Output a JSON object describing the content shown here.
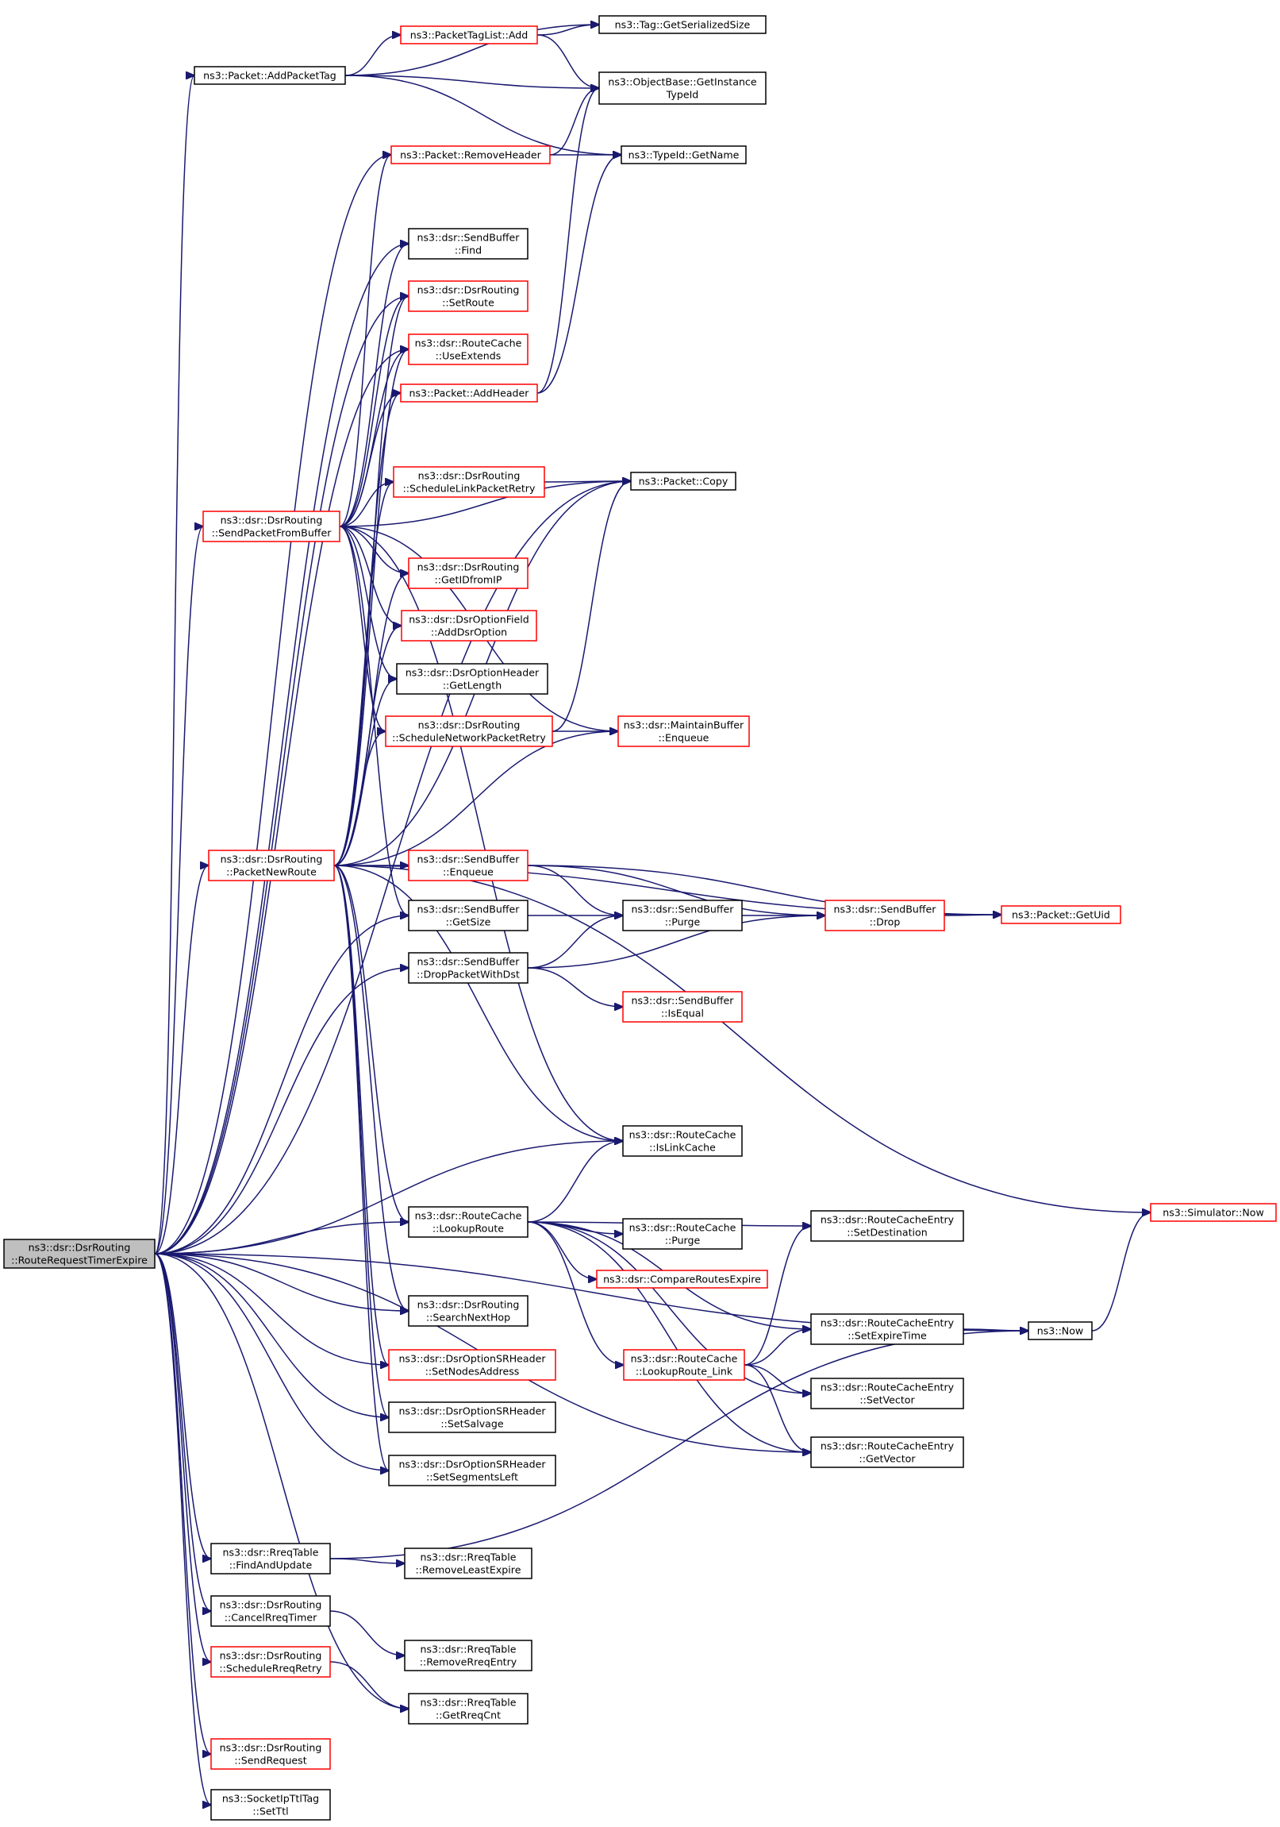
{
  "colors": {
    "edge": "#191970",
    "border_black": "#000000",
    "border_red": "#ff0000",
    "root_fill": "#bfbfbf"
  },
  "nodes": {
    "root": {
      "lines": [
        "ns3::dsr::DsrRouting",
        "::RouteRequestTimerExpire"
      ],
      "style": "root"
    },
    "AddPacketTag": {
      "lines": [
        "ns3::Packet::AddPacketTag"
      ],
      "style": "black"
    },
    "PacketTagListAdd": {
      "lines": [
        "ns3::PacketTagList::Add"
      ],
      "style": "red"
    },
    "TagGetSerializedSize": {
      "lines": [
        "ns3::Tag::GetSerializedSize"
      ],
      "style": "black"
    },
    "GetInstanceTypeId": {
      "lines": [
        "ns3::ObjectBase::GetInstance",
        "TypeId"
      ],
      "style": "black"
    },
    "RemoveHeader": {
      "lines": [
        "ns3::Packet::RemoveHeader"
      ],
      "style": "red"
    },
    "TypeIdGetName": {
      "lines": [
        "ns3::TypeId::GetName"
      ],
      "style": "black"
    },
    "SendBufferFind": {
      "lines": [
        "ns3::dsr::SendBuffer",
        "::Find"
      ],
      "style": "black"
    },
    "SetRoute": {
      "lines": [
        "ns3::dsr::DsrRouting",
        "::SetRoute"
      ],
      "style": "red"
    },
    "UseExtends": {
      "lines": [
        "ns3::dsr::RouteCache",
        "::UseExtends"
      ],
      "style": "red"
    },
    "AddHeader": {
      "lines": [
        "ns3::Packet::AddHeader"
      ],
      "style": "red"
    },
    "ScheduleLinkPacketRetry": {
      "lines": [
        "ns3::dsr::DsrRouting",
        "::ScheduleLinkPacketRetry"
      ],
      "style": "red"
    },
    "PacketCopy": {
      "lines": [
        "ns3::Packet::Copy"
      ],
      "style": "black"
    },
    "SendPacketFromBuffer": {
      "lines": [
        "ns3::dsr::DsrRouting",
        "::SendPacketFromBuffer"
      ],
      "style": "red"
    },
    "GetIDfromIP": {
      "lines": [
        "ns3::dsr::DsrRouting",
        "::GetIDfromIP"
      ],
      "style": "red"
    },
    "AddDsrOption": {
      "lines": [
        "ns3::dsr::DsrOptionField",
        "::AddDsrOption"
      ],
      "style": "red"
    },
    "DsrOptionHeaderGetLength": {
      "lines": [
        "ns3::dsr::DsrOptionHeader",
        "::GetLength"
      ],
      "style": "black"
    },
    "ScheduleNetworkPacketRetry": {
      "lines": [
        "ns3::dsr::DsrRouting",
        "::ScheduleNetworkPacketRetry"
      ],
      "style": "red"
    },
    "MaintainBufferEnqueue": {
      "lines": [
        "ns3::dsr::MaintainBuffer",
        "::Enqueue"
      ],
      "style": "red"
    },
    "PacketNewRoute": {
      "lines": [
        "ns3::dsr::DsrRouting",
        "::PacketNewRoute"
      ],
      "style": "red"
    },
    "SendBufferEnqueue": {
      "lines": [
        "ns3::dsr::SendBuffer",
        "::Enqueue"
      ],
      "style": "red"
    },
    "SendBufferGetSize": {
      "lines": [
        "ns3::dsr::SendBuffer",
        "::GetSize"
      ],
      "style": "black"
    },
    "SendBufferPurge": {
      "lines": [
        "ns3::dsr::SendBuffer",
        "::Purge"
      ],
      "style": "black"
    },
    "SendBufferDrop": {
      "lines": [
        "ns3::dsr::SendBuffer",
        "::Drop"
      ],
      "style": "red"
    },
    "PacketGetUid": {
      "lines": [
        "ns3::Packet::GetUid"
      ],
      "style": "red"
    },
    "DropPacketWithDst": {
      "lines": [
        "ns3::dsr::SendBuffer",
        "::DropPacketWithDst"
      ],
      "style": "black"
    },
    "SendBufferIsEqual": {
      "lines": [
        "ns3::dsr::SendBuffer",
        "::IsEqual"
      ],
      "style": "red"
    },
    "IsLinkCache": {
      "lines": [
        "ns3::dsr::RouteCache",
        "::IsLinkCache"
      ],
      "style": "black"
    },
    "SimulatorNow": {
      "lines": [
        "ns3::Simulator::Now"
      ],
      "style": "red"
    },
    "LookupRoute": {
      "lines": [
        "ns3::dsr::RouteCache",
        "::LookupRoute"
      ],
      "style": "black"
    },
    "SetDestination": {
      "lines": [
        "ns3::dsr::RouteCacheEntry",
        "::SetDestination"
      ],
      "style": "black"
    },
    "RouteCachePurge": {
      "lines": [
        "ns3::dsr::RouteCache",
        "::Purge"
      ],
      "style": "black"
    },
    "CompareRoutesExpire": {
      "lines": [
        "ns3::dsr::CompareRoutesExpire"
      ],
      "style": "red"
    },
    "SearchNextHop": {
      "lines": [
        "ns3::dsr::DsrRouting",
        "::SearchNextHop"
      ],
      "style": "black"
    },
    "SetExpireTime": {
      "lines": [
        "ns3::dsr::RouteCacheEntry",
        "::SetExpireTime"
      ],
      "style": "black"
    },
    "Ns3Now": {
      "lines": [
        "ns3::Now"
      ],
      "style": "black"
    },
    "SetNodesAddress": {
      "lines": [
        "ns3::dsr::DsrOptionSRHeader",
        "::SetNodesAddress"
      ],
      "style": "red"
    },
    "LookupRouteLink": {
      "lines": [
        "ns3::dsr::RouteCache",
        "::LookupRoute_Link"
      ],
      "style": "red"
    },
    "SetVector": {
      "lines": [
        "ns3::dsr::RouteCacheEntry",
        "::SetVector"
      ],
      "style": "black"
    },
    "SetSalvage": {
      "lines": [
        "ns3::dsr::DsrOptionSRHeader",
        "::SetSalvage"
      ],
      "style": "black"
    },
    "GetVector": {
      "lines": [
        "ns3::dsr::RouteCacheEntry",
        "::GetVector"
      ],
      "style": "black"
    },
    "SetSegmentsLeft": {
      "lines": [
        "ns3::dsr::DsrOptionSRHeader",
        "::SetSegmentsLeft"
      ],
      "style": "black"
    },
    "FindAndUpdate": {
      "lines": [
        "ns3::dsr::RreqTable",
        "::FindAndUpdate"
      ],
      "style": "black"
    },
    "RemoveLeastExpire": {
      "lines": [
        "ns3::dsr::RreqTable",
        "::RemoveLeastExpire"
      ],
      "style": "black"
    },
    "CancelRreqTimer": {
      "lines": [
        "ns3::dsr::DsrRouting",
        "::CancelRreqTimer"
      ],
      "style": "black"
    },
    "RemoveRreqEntry": {
      "lines": [
        "ns3::dsr::RreqTable",
        "::RemoveRreqEntry"
      ],
      "style": "black"
    },
    "ScheduleRreqRetry": {
      "lines": [
        "ns3::dsr::DsrRouting",
        "::ScheduleRreqRetry"
      ],
      "style": "red"
    },
    "GetRreqCnt": {
      "lines": [
        "ns3::dsr::RreqTable",
        "::GetRreqCnt"
      ],
      "style": "black"
    },
    "SendRequest": {
      "lines": [
        "ns3::dsr::DsrRouting",
        "::SendRequest"
      ],
      "style": "red"
    },
    "SetTtl": {
      "lines": [
        "ns3::SocketIpTtlTag",
        "::SetTtl"
      ],
      "style": "black"
    }
  },
  "edges": [
    [
      "root",
      "AddPacketTag"
    ],
    [
      "root",
      "RemoveHeader"
    ],
    [
      "root",
      "PacketCopy"
    ],
    [
      "root",
      "SendBufferFind"
    ],
    [
      "root",
      "SetRoute"
    ],
    [
      "root",
      "UseExtends"
    ],
    [
      "root",
      "SendPacketFromBuffer"
    ],
    [
      "root",
      "PacketNewRoute"
    ],
    [
      "root",
      "SendBufferGetSize"
    ],
    [
      "root",
      "DropPacketWithDst"
    ],
    [
      "root",
      "IsLinkCache"
    ],
    [
      "root",
      "LookupRoute"
    ],
    [
      "root",
      "SearchNextHop"
    ],
    [
      "root",
      "SetNodesAddress"
    ],
    [
      "root",
      "SetSalvage"
    ],
    [
      "root",
      "SetSegmentsLeft"
    ],
    [
      "root",
      "GetVector"
    ],
    [
      "root",
      "Ns3Now"
    ],
    [
      "root",
      "FindAndUpdate"
    ],
    [
      "root",
      "CancelRreqTimer"
    ],
    [
      "root",
      "ScheduleRreqRetry"
    ],
    [
      "root",
      "GetRreqCnt"
    ],
    [
      "root",
      "SendRequest"
    ],
    [
      "root",
      "SetTtl"
    ],
    [
      "AddPacketTag",
      "PacketTagListAdd"
    ],
    [
      "AddPacketTag",
      "TagGetSerializedSize"
    ],
    [
      "AddPacketTag",
      "GetInstanceTypeId"
    ],
    [
      "AddPacketTag",
      "TypeIdGetName"
    ],
    [
      "PacketTagListAdd",
      "TagGetSerializedSize"
    ],
    [
      "PacketTagListAdd",
      "GetInstanceTypeId"
    ],
    [
      "RemoveHeader",
      "GetInstanceTypeId"
    ],
    [
      "RemoveHeader",
      "TypeIdGetName"
    ],
    [
      "AddHeader",
      "GetInstanceTypeId"
    ],
    [
      "AddHeader",
      "TypeIdGetName"
    ],
    [
      "ScheduleLinkPacketRetry",
      "PacketCopy"
    ],
    [
      "ScheduleNetworkPacketRetry",
      "PacketCopy"
    ],
    [
      "ScheduleNetworkPacketRetry",
      "MaintainBufferEnqueue"
    ],
    [
      "SendPacketFromBuffer",
      "RemoveHeader"
    ],
    [
      "SendPacketFromBuffer",
      "SendBufferFind"
    ],
    [
      "SendPacketFromBuffer",
      "SetRoute"
    ],
    [
      "SendPacketFromBuffer",
      "UseExtends"
    ],
    [
      "SendPacketFromBuffer",
      "AddHeader"
    ],
    [
      "SendPacketFromBuffer",
      "ScheduleLinkPacketRetry"
    ],
    [
      "SendPacketFromBuffer",
      "PacketCopy"
    ],
    [
      "SendPacketFromBuffer",
      "GetIDfromIP"
    ],
    [
      "SendPacketFromBuffer",
      "AddDsrOption"
    ],
    [
      "SendPacketFromBuffer",
      "DsrOptionHeaderGetLength"
    ],
    [
      "SendPacketFromBuffer",
      "ScheduleNetworkPacketRetry"
    ],
    [
      "SendPacketFromBuffer",
      "MaintainBufferEnqueue"
    ],
    [
      "SendPacketFromBuffer",
      "SendBufferGetSize"
    ],
    [
      "SendPacketFromBuffer",
      "IsLinkCache"
    ],
    [
      "PacketNewRoute",
      "SetRoute"
    ],
    [
      "PacketNewRoute",
      "UseExtends"
    ],
    [
      "PacketNewRoute",
      "AddHeader"
    ],
    [
      "PacketNewRoute",
      "ScheduleLinkPacketRetry"
    ],
    [
      "PacketNewRoute",
      "PacketCopy"
    ],
    [
      "PacketNewRoute",
      "GetIDfromIP"
    ],
    [
      "PacketNewRoute",
      "AddDsrOption"
    ],
    [
      "PacketNewRoute",
      "DsrOptionHeaderGetLength"
    ],
    [
      "PacketNewRoute",
      "ScheduleNetworkPacketRetry"
    ],
    [
      "PacketNewRoute",
      "MaintainBufferEnqueue"
    ],
    [
      "PacketNewRoute",
      "SendBufferEnqueue"
    ],
    [
      "PacketNewRoute",
      "PacketGetUid"
    ],
    [
      "PacketNewRoute",
      "SimulatorNow"
    ],
    [
      "PacketNewRoute",
      "IsLinkCache"
    ],
    [
      "PacketNewRoute",
      "LookupRoute"
    ],
    [
      "PacketNewRoute",
      "SearchNextHop"
    ],
    [
      "PacketNewRoute",
      "SetNodesAddress"
    ],
    [
      "PacketNewRoute",
      "SetSalvage"
    ],
    [
      "PacketNewRoute",
      "SetSegmentsLeft"
    ],
    [
      "SendBufferEnqueue",
      "SendBufferPurge"
    ],
    [
      "SendBufferEnqueue",
      "SendBufferDrop"
    ],
    [
      "SendBufferEnqueue",
      "PacketGetUid"
    ],
    [
      "SendBufferGetSize",
      "SendBufferPurge"
    ],
    [
      "SendBufferPurge",
      "SendBufferDrop"
    ],
    [
      "SendBufferDrop",
      "PacketGetUid"
    ],
    [
      "DropPacketWithDst",
      "SendBufferPurge"
    ],
    [
      "DropPacketWithDst",
      "SendBufferDrop"
    ],
    [
      "DropPacketWithDst",
      "SendBufferIsEqual"
    ],
    [
      "LookupRoute",
      "IsLinkCache"
    ],
    [
      "LookupRoute",
      "SetDestination"
    ],
    [
      "LookupRoute",
      "RouteCachePurge"
    ],
    [
      "LookupRoute",
      "CompareRoutesExpire"
    ],
    [
      "LookupRoute",
      "SetExpireTime"
    ],
    [
      "LookupRoute",
      "LookupRouteLink"
    ],
    [
      "LookupRoute",
      "SetVector"
    ],
    [
      "LookupRoute",
      "GetVector"
    ],
    [
      "LookupRouteLink",
      "SetDestination"
    ],
    [
      "LookupRouteLink",
      "SetExpireTime"
    ],
    [
      "LookupRouteLink",
      "SetVector"
    ],
    [
      "LookupRouteLink",
      "GetVector"
    ],
    [
      "SetExpireTime",
      "Ns3Now"
    ],
    [
      "Ns3Now",
      "SimulatorNow"
    ],
    [
      "FindAndUpdate",
      "RemoveLeastExpire"
    ],
    [
      "FindAndUpdate",
      "Ns3Now"
    ],
    [
      "CancelRreqTimer",
      "RemoveRreqEntry"
    ],
    [
      "ScheduleRreqRetry",
      "GetRreqCnt"
    ]
  ]
}
